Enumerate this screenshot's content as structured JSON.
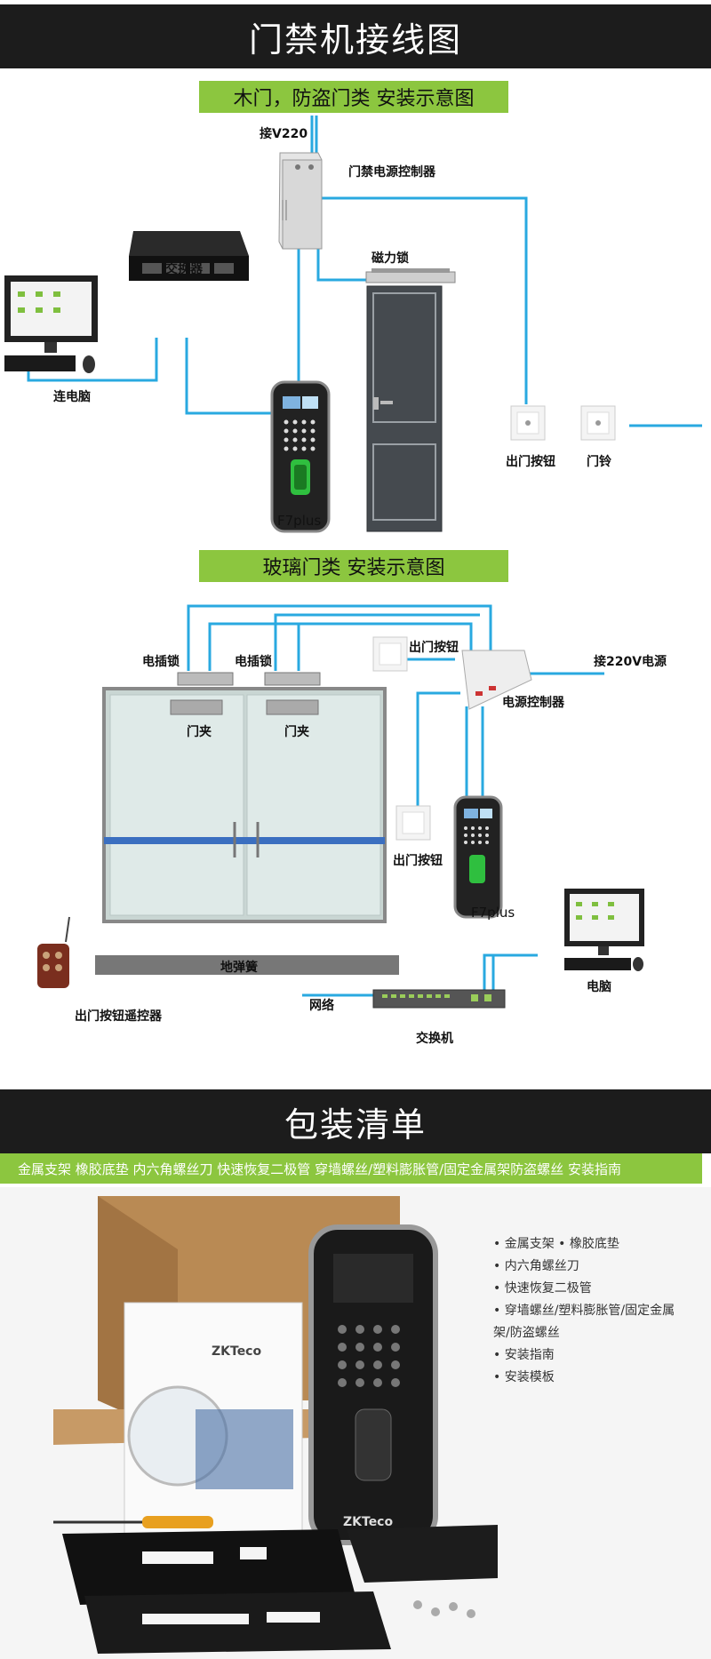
{
  "banners": {
    "wiring": "门禁机接线图",
    "package": "包装清单"
  },
  "wood_door": {
    "title": "木门，防盗门类 安装示意图",
    "labels": {
      "power_in": "接V220",
      "power_controller": "门禁电源控制器",
      "switch": "交换器",
      "magnetic_lock": "磁力锁",
      "computer": "连电脑",
      "exit_button": "出门按钮",
      "doorbell": "门铃",
      "device": "F7plus"
    }
  },
  "glass_door": {
    "title": "玻璃门类 安装示意图",
    "labels": {
      "bolt_lock_1": "电插锁",
      "bolt_lock_2": "电插锁",
      "exit_button_top": "出门按钮",
      "power_220": "接220V电源",
      "power_controller": "电源控制器",
      "clamp_1": "门夹",
      "clamp_2": "门夹",
      "exit_button_mid": "出门按钮",
      "device": "F7plus",
      "floor_spring": "地弹簧",
      "computer": "电脑",
      "network": "网络",
      "remote": "出门按钮遥控器",
      "switch": "交换机"
    }
  },
  "package": {
    "bar_text": "金属支架  橡胶底垫  内六角螺丝刀  快速恢复二极管  穿墙螺丝/塑料膨胀管/固定金属架防盗螺丝  安装指南",
    "items": [
      "• 金属支架    • 橡胶底垫",
      "• 内六角螺丝刀",
      "• 快速恢复二极管",
      "• 穿墙螺丝/塑料膨胀管/固定金属",
      "  架/防盗螺丝",
      "• 安装指南",
      "• 安装模板"
    ],
    "brand": "ZKTeco"
  },
  "colors": {
    "banner_bg": "#1c1c1c",
    "green": "#8cc63f",
    "wire": "#29a9e0",
    "device_dark": "#222222"
  }
}
